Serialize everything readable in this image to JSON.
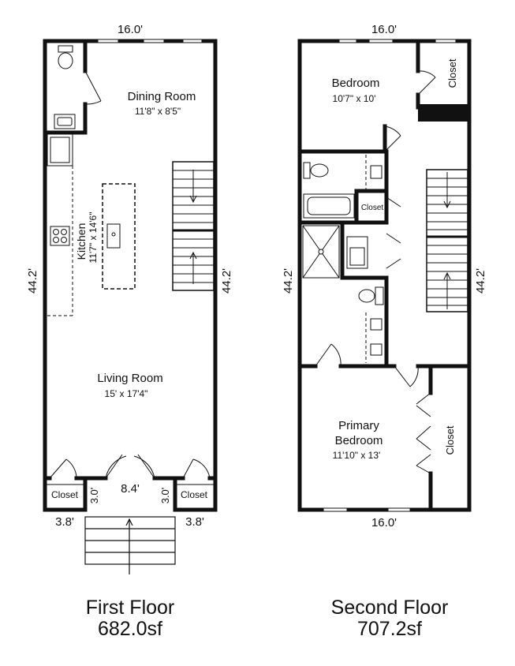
{
  "first_floor": {
    "title": "First Floor",
    "area": "682.0sf",
    "dims": {
      "top_width": "16.0'",
      "left_height": "44.2'",
      "right_height": "44.2'",
      "bottom_left": "3.8'",
      "bottom_right": "3.8'",
      "entry_width": "8.4'",
      "entry_left_depth": "3.0'",
      "entry_right_depth": "3.0'"
    },
    "rooms": {
      "dining_name": "Dining Room",
      "dining_size": "11'8\" x 8'5\"",
      "kitchen_name": "Kitchen",
      "kitchen_size": "11'7\" x 14'6\"",
      "living_name": "Living Room",
      "living_size": "15' x 17'4\"",
      "closet_left": "Closet",
      "closet_right": "Closet"
    }
  },
  "second_floor": {
    "title": "Second Floor",
    "area": "707.2sf",
    "dims": {
      "top_width": "16.0'",
      "bottom_width": "16.0'",
      "left_height": "44.2'",
      "right_height": "44.2'"
    },
    "rooms": {
      "bedroom_name": "Bedroom",
      "bedroom_size": "10'7\" x 10'",
      "closet_top": "Closet",
      "closet_bath": "Closet",
      "primary_name_line1": "Primary",
      "primary_name_line2": "Bedroom",
      "primary_size": "11'10\" x  13'",
      "closet_primary": "Closet"
    }
  }
}
